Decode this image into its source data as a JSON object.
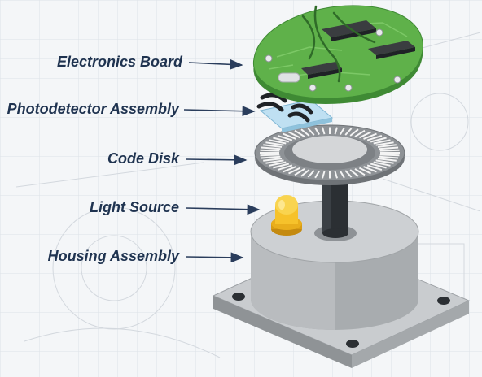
{
  "labels": {
    "electronics_board": "Electronics Board",
    "photodetector_assembly": "Photodetector Assembly",
    "code_disk": "Code Disk",
    "light_source": "Light Source",
    "housing_assembly": "Housing Assembly"
  },
  "colors": {
    "label_text": "#1f3350",
    "arrow": "#2a3d5c",
    "board_green": "#5fb14a",
    "board_edge": "#3f8a34",
    "housing_gray": "#b9bcbf",
    "disk_gray": "#8e9296",
    "led_yellow": "#f6c22b",
    "shaft": "#2b2f33",
    "background": "#f4f6f8"
  },
  "icons": {
    "board": "circuit-board-icon",
    "sensor": "photodetector-icon",
    "disk": "code-disk-icon",
    "led": "led-icon",
    "housing": "housing-icon"
  }
}
